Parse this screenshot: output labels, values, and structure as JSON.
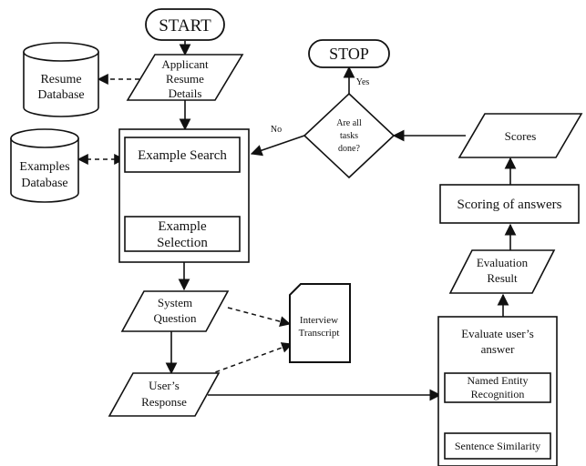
{
  "diagram": {
    "start": "START",
    "stop": "STOP",
    "applicant_resume": [
      "Applicant",
      "Resume",
      "Details"
    ],
    "resume_database": [
      "Resume",
      "Database"
    ],
    "examples_database": [
      "Examples",
      "Database"
    ],
    "example_search": "Example Search",
    "example_selection": [
      "Example",
      "Selection"
    ],
    "decision": [
      "Are all",
      "tasks",
      "done?"
    ],
    "yes_label": "Yes",
    "no_label": "No",
    "scores": "Scores",
    "scoring_of_answers": "Scoring of answers",
    "evaluation_result": [
      "Evaluation",
      "Result"
    ],
    "evaluate_users_answer": [
      "Evaluate user’s",
      "answer"
    ],
    "named_entity_recognition": [
      "Named Entity",
      "Recognition"
    ],
    "sentence_similarity": "Sentence Similarity",
    "system_question": [
      "System",
      "Question"
    ],
    "interview_transcript": [
      "Interview",
      "Transcript"
    ],
    "users_response": [
      "User’s",
      "Response"
    ]
  }
}
